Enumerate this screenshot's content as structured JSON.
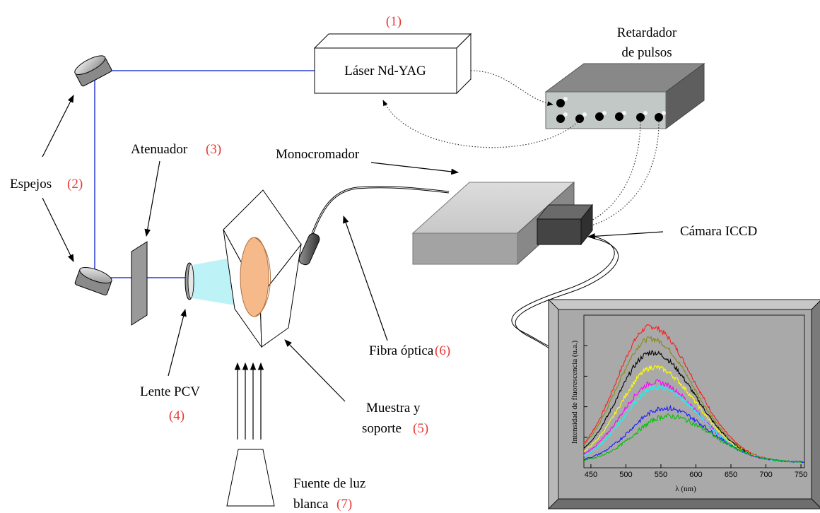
{
  "labels": {
    "laser": "Láser Nd-YAG",
    "laser_num": "(1)",
    "delay_line1": "Retardador",
    "delay_line2": "de pulsos",
    "mirrors": "Espejos",
    "mirrors_num": "(2)",
    "attenuator": "Atenuador",
    "attenuator_num": "(3)",
    "monochromator": "Monocromador",
    "camera": "Cámara ICCD",
    "lens_line1": "Lente PCV",
    "lens_num": "(4)",
    "sample_line1": "Muestra y",
    "sample_line2": "soporte",
    "sample_num": "(5)",
    "fiber": "Fibra óptica",
    "fiber_num": "(6)",
    "source_line1": "Fuente de luz",
    "source_line2": "blanca",
    "source_num": "(7)"
  },
  "colors": {
    "beam": "#2a3bd6",
    "label_number": "#e53935",
    "sample": "#f6b98a",
    "light_cone": "#bdf3f6",
    "plot_bg": "#a9a9a9"
  },
  "chart_data": {
    "type": "line",
    "xlabel": "λ (nm)",
    "ylabel": "Intensidad de fluorescencia (u.a.)",
    "xlim": [
      440,
      755
    ],
    "x_ticks": [
      450,
      500,
      550,
      600,
      650,
      700,
      750
    ],
    "x_tick_labels": [
      "450",
      "500",
      "550",
      "600",
      "650",
      "700",
      "750"
    ],
    "series": [
      {
        "color": "#ff1a1a",
        "peak_x": 535,
        "peak_y": 1.0
      },
      {
        "color": "#8a8a1a",
        "peak_x": 535,
        "peak_y": 0.91
      },
      {
        "color": "#000000",
        "peak_x": 537,
        "peak_y": 0.81
      },
      {
        "color": "#ffff00",
        "peak_x": 540,
        "peak_y": 0.7
      },
      {
        "color": "#ff00ff",
        "peak_x": 542,
        "peak_y": 0.59
      },
      {
        "color": "#00ffff",
        "peak_x": 545,
        "peak_y": 0.55
      },
      {
        "color": "#1a1aff",
        "peak_x": 555,
        "peak_y": 0.4
      },
      {
        "color": "#00c000",
        "peak_x": 560,
        "peak_y": 0.34
      }
    ]
  }
}
